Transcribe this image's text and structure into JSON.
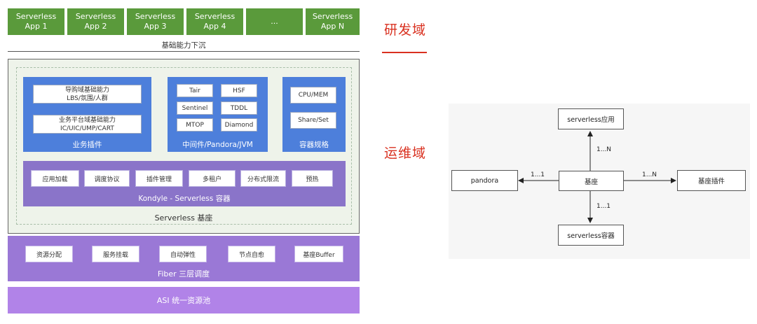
{
  "apps": [
    {
      "line1": "Serverless",
      "line2": "App 1"
    },
    {
      "line1": "Serverless",
      "line2": "App 2"
    },
    {
      "line1": "Serverless",
      "line2": "App 3"
    },
    {
      "line1": "Serverless",
      "line2": "App 4"
    },
    {
      "line1": "...",
      "line2": ""
    },
    {
      "line1": "Serverless",
      "line2": "App N"
    }
  ],
  "sink_label": "基础能力下沉",
  "dev_domain": "研发域",
  "ops_domain": "运维域",
  "business_plugins": {
    "title": "业务插件",
    "boxes": [
      {
        "line1": "导购域基础能力",
        "line2": "LBS/氛围/人群",
        "line3": ""
      },
      {
        "line1": "业务平台域基础能力",
        "line2": "IC/UIC/UMP/CART",
        "line3": ""
      }
    ]
  },
  "middleware": {
    "title": "中间件/Pandora/JVM",
    "items": [
      "Tair",
      "HSF",
      "Sentinel",
      "TDDL",
      "MTOP",
      "Diamond"
    ]
  },
  "container_spec": {
    "title": "容器规格",
    "items": [
      "CPU/MEM",
      "Share/Set"
    ]
  },
  "kondyle": {
    "title": "Kondyle - Serverless 容器",
    "items": [
      "应用加载",
      "调度协议",
      "插件管理",
      "多租户",
      "分布式限流",
      "预热"
    ]
  },
  "base_label": "Serverless 基座",
  "fiber": {
    "title": "Fiber 三层调度",
    "items": [
      "资源分配",
      "服务挂载",
      "自动弹性",
      "节点自愈",
      "基座Buffer"
    ]
  },
  "asi_label": "ASI 统一资源池",
  "colors": {
    "app_green": "#5a9a3b",
    "domain_red": "#d9301f",
    "blue": "#4d7fdb",
    "purple": "#8a74c9",
    "fiber_purple": "#9a78d6",
    "asi_purple": "#b183e8"
  },
  "relation_diagram": {
    "nodes": {
      "app": "serverless应用",
      "center": "基座",
      "pandora": "pandora",
      "plugin": "基座插件",
      "container": "serverless容器"
    },
    "edges": {
      "app": "1...N",
      "pandora": "1...1",
      "plugin": "1...N",
      "container": "1...1"
    }
  }
}
